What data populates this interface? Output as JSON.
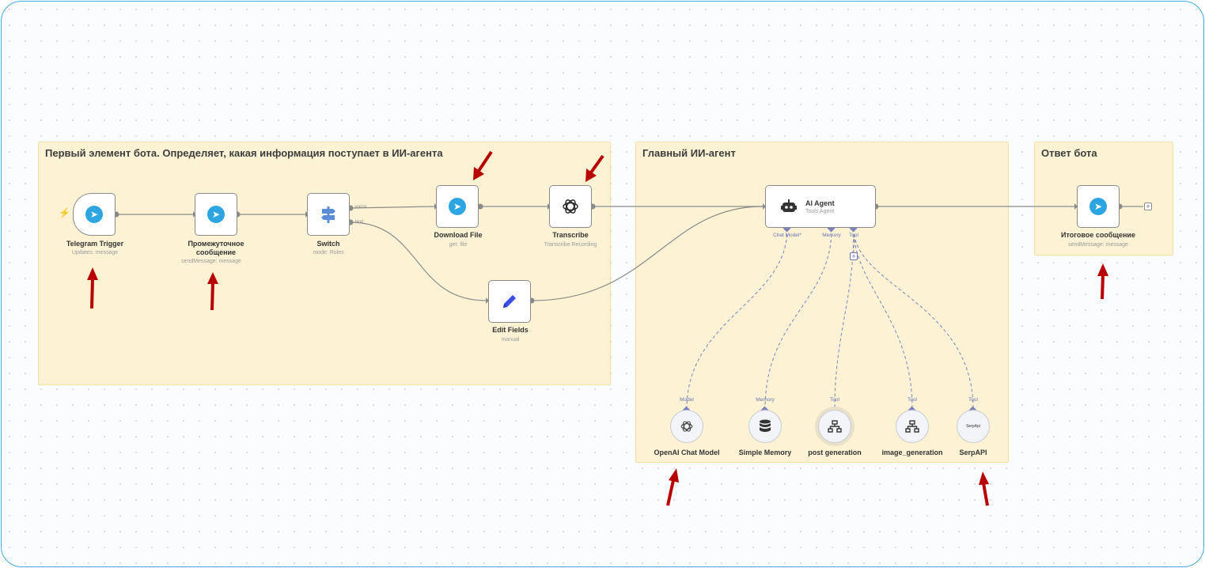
{
  "stickies": {
    "input": {
      "title": "Первый элемент бота. Определяет, какая информация поступает в ИИ-агента"
    },
    "agent": {
      "title": "Главный ИИ-агент"
    },
    "reply": {
      "title": "Ответ бота"
    }
  },
  "nodes": {
    "telegram_trigger": {
      "label": "Telegram Trigger",
      "sub": "Updates: message"
    },
    "intermediate": {
      "label": "Промежуточное\nсообщение",
      "sub": "sendMessage: message"
    },
    "switch": {
      "label": "Switch",
      "sub": "mode: Rules",
      "out_voice": "voice",
      "out_text": "text"
    },
    "download_file": {
      "label": "Download File",
      "sub": "get: file"
    },
    "transcribe": {
      "label": "Transcribe",
      "sub": "Transcribe Recording"
    },
    "edit_fields": {
      "label": "Edit Fields",
      "sub": "manual"
    },
    "ai_agent": {
      "label": "AI Agent",
      "sub": "Tools Agent",
      "port_chat_model": "Chat Model*",
      "port_memory": "Memory",
      "port_tool": "Tool"
    },
    "final_message": {
      "label": "Итоговое сообщение",
      "sub": "sendMessage: message"
    },
    "openai_chat": {
      "label": "OpenAI Chat Model",
      "port": "Model"
    },
    "simple_memory": {
      "label": "Simple Memory",
      "port": "Memory"
    },
    "post_generation": {
      "label": "post generation",
      "port": "Tool"
    },
    "image_generation": {
      "label": "image_generation",
      "port": "Tool"
    },
    "serpapi": {
      "label": "SerpAPI",
      "port": "Tool",
      "logo_text": "SerpApi"
    }
  },
  "icons": {
    "telegram": "telegram-icon",
    "switch": "signpost-icon",
    "openai": "openai-icon",
    "edit": "pencil-icon",
    "robot": "robot-icon",
    "database": "database-icon",
    "tool": "sitemap-icon"
  },
  "colors": {
    "sticky_bg": "#fdf3d4",
    "telegram": "#2ca5e0",
    "connection": "#8a8a8a",
    "ai_port": "#6b72b3",
    "annotation_arrow": "#b80000",
    "frame_border": "#3fa9e0"
  }
}
